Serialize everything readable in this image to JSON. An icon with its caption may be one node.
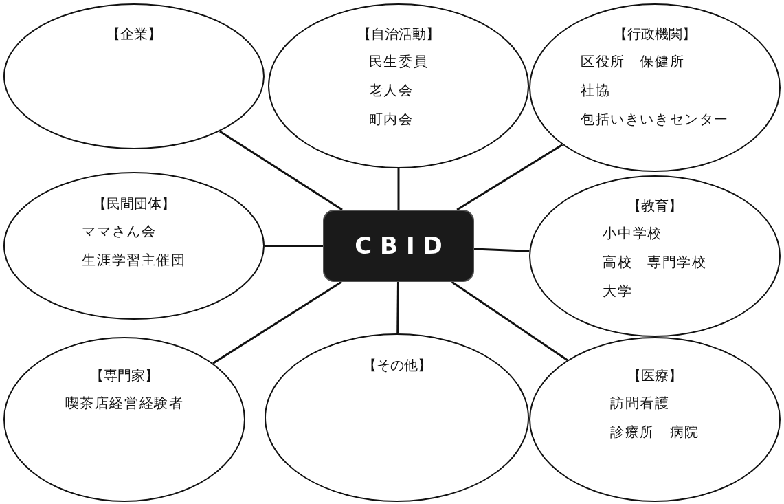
{
  "diagram": {
    "nodes": [
      {
        "text": [
          "【企業】"
        ]
      },
      {
        "text": [
          "【自治活動】",
          "民生委員",
          "老人会",
          "町内会"
        ]
      },
      {
        "text": [
          "【行政機関】",
          "区役所　保健所",
          "社協",
          "包括いきいきセンター"
        ]
      },
      {
        "text": [
          "【民間団体】",
          "ママさん会",
          "生涯学習主催団"
        ]
      },
      {
        "text": [
          "CBID"
        ]
      },
      {
        "text": [
          "【教育】",
          "小中学校",
          "高校　専門学校",
          "大学"
        ]
      },
      {
        "text": [
          "【専門家】",
          "喫茶店経営経験者"
        ]
      },
      {
        "text": [
          "【その他】"
        ]
      },
      {
        "text": [
          "【医療】",
          "訪問看護",
          "診療所　病院"
        ]
      }
    ],
    "edges": [
      {
        "from": 4,
        "to": 0,
        "arrow": "none"
      },
      {
        "from": 4,
        "to": 1,
        "arrow": "none"
      },
      {
        "from": 4,
        "to": 2,
        "arrow": "none"
      },
      {
        "from": 4,
        "to": 3,
        "arrow": "none"
      },
      {
        "from": 4,
        "to": 5,
        "arrow": "none"
      },
      {
        "from": 4,
        "to": 6,
        "arrow": "none"
      },
      {
        "from": 4,
        "to": 7,
        "arrow": "none"
      },
      {
        "from": 4,
        "to": 8,
        "arrow": "none"
      }
    ]
  }
}
